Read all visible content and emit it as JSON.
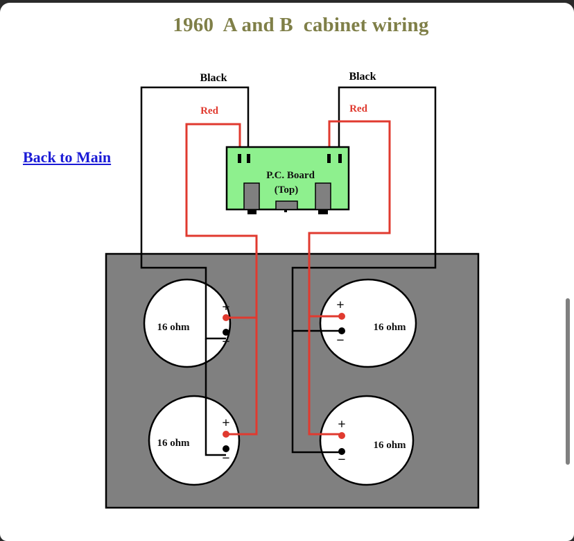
{
  "page": {
    "title": "1960  A and B  cabinet wiring",
    "back_link": "Back to Main"
  },
  "diagram": {
    "wire_labels": {
      "left_black": "Black",
      "right_black": "Black",
      "left_red": "Red",
      "right_red": "Red"
    },
    "pc_board": {
      "line1": "P.C. Board",
      "line2": "(Top)"
    },
    "speakers": [
      {
        "position": "top-left",
        "label": "16 ohm",
        "plus": "+",
        "minus": "−"
      },
      {
        "position": "top-right",
        "label": "16 ohm",
        "plus": "+",
        "minus": "−"
      },
      {
        "position": "bottom-left",
        "label": "16 ohm",
        "plus": "+",
        "minus": "−"
      },
      {
        "position": "bottom-right",
        "label": "16 ohm",
        "plus": "+",
        "minus": "−"
      }
    ],
    "colors": {
      "title": "#7f7f48",
      "link": "#1a1ad6",
      "red_wire": "#e03a2f",
      "black_wire": "#000000",
      "cabinet": "#808080",
      "pc_board": "#8ef08e"
    }
  }
}
